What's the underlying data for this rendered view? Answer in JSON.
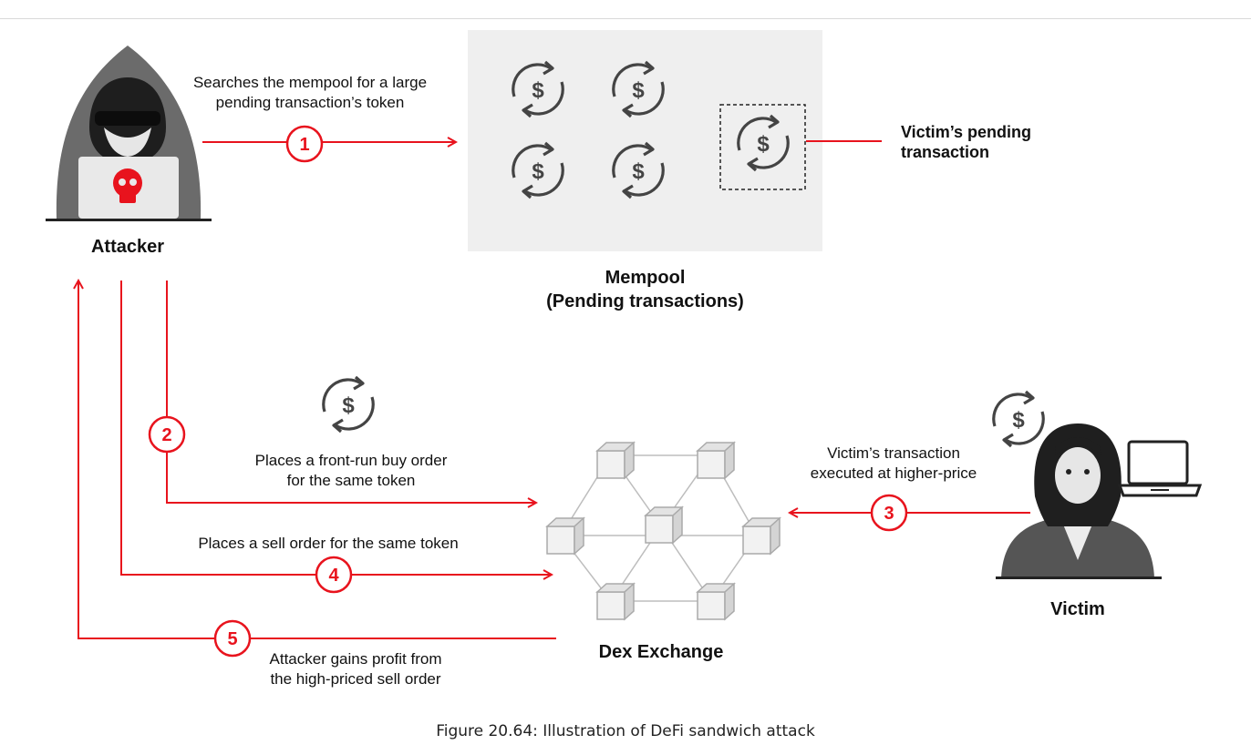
{
  "figure": {
    "caption": "Figure 20.64: Illustration of DeFi sandwich attack"
  },
  "actors": {
    "attacker_label": "Attacker",
    "victim_label": "Victim",
    "dex_label": "Dex Exchange",
    "mempool_label_line1": "Mempool",
    "mempool_label_line2": "(Pending transactions)",
    "victim_pending_line1": "Victim’s pending",
    "victim_pending_line2": "transaction"
  },
  "steps": [
    {
      "number": "1",
      "text_line1": "Searches the mempool  for a large",
      "text_line2": "pending transaction’s token"
    },
    {
      "number": "2",
      "text_line1": "Places a front-run buy order",
      "text_line2": "for the same token"
    },
    {
      "number": "3",
      "text_line1": "Victim’s transaction",
      "text_line2": "executed at higher-price"
    },
    {
      "number": "4",
      "text_line1": "Places a sell order for the same token",
      "text_line2": ""
    },
    {
      "number": "5",
      "text_line1": "Attacker gains profit from",
      "text_line2": "the high-priced sell order"
    }
  ],
  "icons": {
    "transaction_icon_symbol": "$"
  },
  "colors": {
    "accent_red": "#e8131d",
    "mempool_bg": "#efefef",
    "icon_gray": "#444444",
    "cube_gray": "#bfbfbf"
  }
}
